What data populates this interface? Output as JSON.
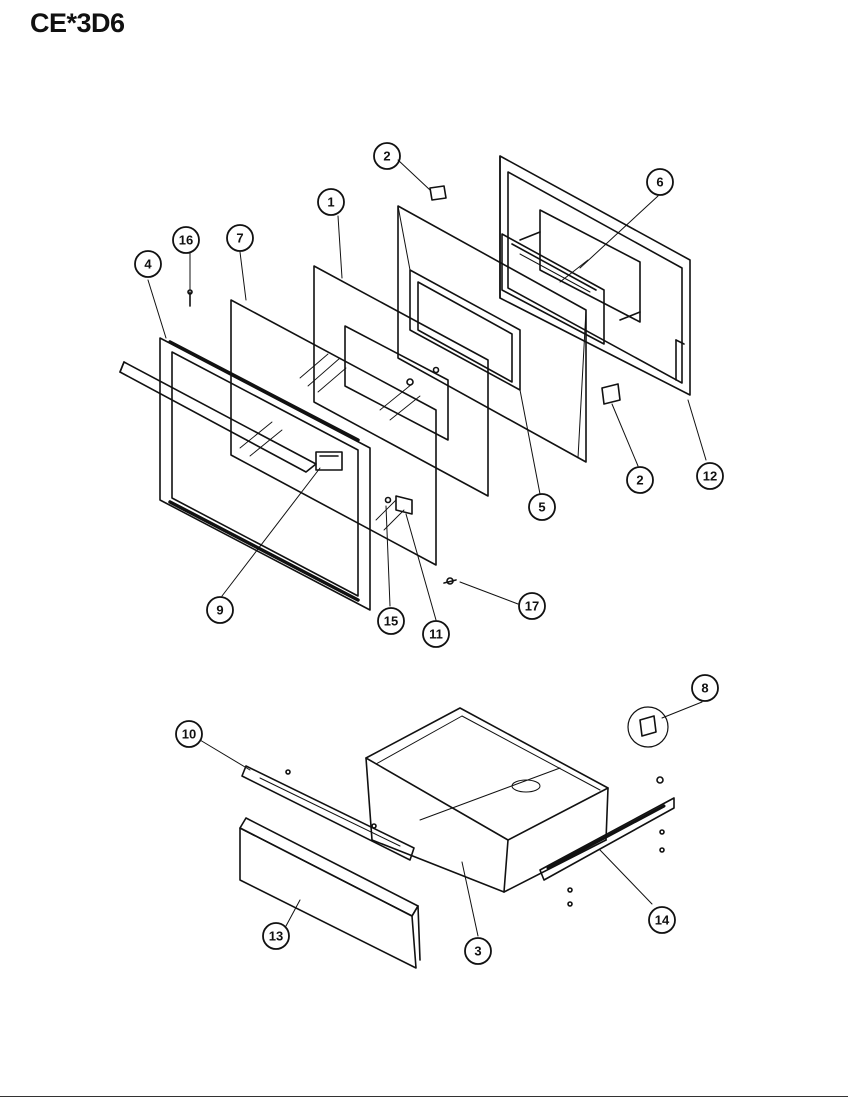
{
  "title": "CE*3D6",
  "colors": {
    "ink": "#111111",
    "paper": "#ffffff"
  },
  "callouts": {
    "c1": "1",
    "c2a": "2",
    "c2b": "2",
    "c3": "3",
    "c4": "4",
    "c5": "5",
    "c6": "6",
    "c7": "7",
    "c8": "8",
    "c9": "9",
    "c10": "10",
    "c11": "11",
    "c12": "12",
    "c13": "13",
    "c14": "14",
    "c15": "15",
    "c16": "16",
    "c17": "17"
  }
}
